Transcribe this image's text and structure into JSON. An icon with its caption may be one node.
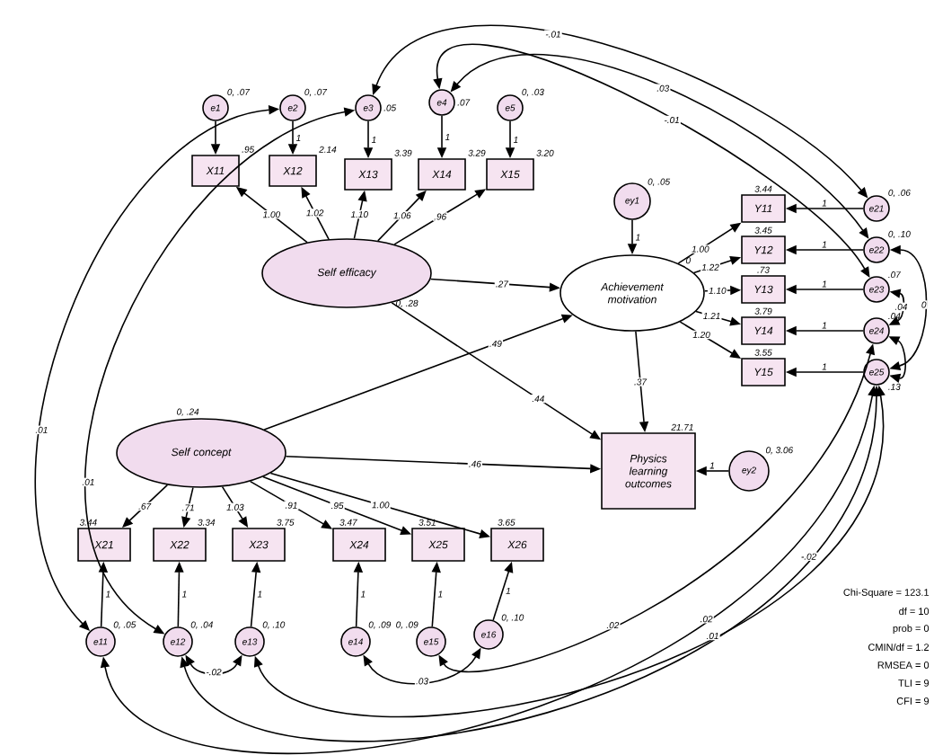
{
  "diagram": {
    "nodes": [
      {
        "text": [
          "e1"
        ],
        "beside": [
          "0, .07"
        ]
      },
      {
        "text": [
          "e2"
        ],
        "beside": [
          "0, .07"
        ]
      },
      {
        "text": [
          "e3"
        ],
        "beside": [
          ".05"
        ]
      },
      {
        "text": [
          "e4"
        ],
        "beside": [
          ".07"
        ]
      },
      {
        "text": [
          "e5"
        ],
        "beside": [
          "0, .03"
        ]
      },
      {
        "text": [
          "X11"
        ],
        "beside": [
          ".95"
        ]
      },
      {
        "text": [
          "X12"
        ],
        "beside": [
          "2.14"
        ]
      },
      {
        "text": [
          "X13"
        ],
        "beside": [
          "3.39"
        ]
      },
      {
        "text": [
          "X14"
        ],
        "beside": [
          "3.29"
        ]
      },
      {
        "text": [
          "X15"
        ],
        "beside": [
          "3.20"
        ]
      },
      {
        "text": [
          "Self efficacy"
        ],
        "beside": [
          "0, .28"
        ]
      },
      {
        "text": [
          "ey1"
        ],
        "beside": [
          "0, .05"
        ]
      },
      {
        "text": [
          "Achievement motivation"
        ],
        "beside": [
          "0"
        ]
      },
      {
        "text": [
          "Y11"
        ],
        "beside": [
          "3.44"
        ]
      },
      {
        "text": [
          "Y12"
        ],
        "beside": [
          "3.45"
        ]
      },
      {
        "text": [
          "Y13"
        ],
        "beside": [
          ".73"
        ]
      },
      {
        "text": [
          "Y14"
        ],
        "beside": [
          "3.79"
        ]
      },
      {
        "text": [
          "Y15"
        ],
        "beside": [
          "3.55"
        ]
      },
      {
        "text": [
          "e21"
        ],
        "beside": [
          "0, .06"
        ]
      },
      {
        "text": [
          "e22"
        ],
        "beside": [
          "0, .10"
        ]
      },
      {
        "text": [
          "e23"
        ],
        "beside": [
          ".07"
        ]
      },
      {
        "text": [
          "e24"
        ],
        "beside": [
          ".04"
        ]
      },
      {
        "text": [
          "e25"
        ],
        "beside": [
          ".13"
        ]
      },
      {
        "text": [
          "Self concept"
        ],
        "beside": [
          "0, .24"
        ]
      },
      {
        "text": [
          "Physics learning outcomes"
        ],
        "beside": [
          "21.71"
        ]
      },
      {
        "text": [
          "ey2"
        ],
        "beside": [
          "0, 3.06"
        ]
      },
      {
        "text": [
          "X21"
        ],
        "beside": [
          "3.44"
        ]
      },
      {
        "text": [
          "X22"
        ],
        "beside": [
          "3.34"
        ]
      },
      {
        "text": [
          "X23"
        ],
        "beside": [
          "3.75"
        ]
      },
      {
        "text": [
          "X24"
        ],
        "beside": [
          "3.47"
        ]
      },
      {
        "text": [
          "X25"
        ],
        "beside": [
          "3.51"
        ]
      },
      {
        "text": [
          "X26"
        ],
        "beside": [
          "3.65"
        ]
      },
      {
        "text": [
          "e11"
        ],
        "beside": [
          "0, .05"
        ]
      },
      {
        "text": [
          "e12"
        ],
        "beside": [
          "0, .04"
        ]
      },
      {
        "text": [
          "e13"
        ],
        "beside": [
          "0, .10"
        ]
      },
      {
        "text": [
          "e14"
        ],
        "beside": [
          "0, .09"
        ]
      },
      {
        "text": [
          "e15"
        ],
        "beside": [
          "0, .09"
        ]
      },
      {
        "text": [
          "e16"
        ],
        "beside": [
          "0, .10"
        ]
      }
    ],
    "edges": [
      {
        "from": 0,
        "to": 5,
        "arrow": "to"
      },
      {
        "from": 1,
        "to": 6,
        "arrow": "to",
        "label": "1"
      },
      {
        "from": 2,
        "to": 7,
        "arrow": "to",
        "label": "1"
      },
      {
        "from": 3,
        "to": 8,
        "arrow": "to",
        "label": "1"
      },
      {
        "from": 4,
        "to": 9,
        "arrow": "to",
        "label": "1"
      },
      {
        "from": 10,
        "to": 5,
        "arrow": "to",
        "label": "1.00"
      },
      {
        "from": 10,
        "to": 6,
        "arrow": "to",
        "label": "1.02"
      },
      {
        "from": 10,
        "to": 7,
        "arrow": "to",
        "label": "1.10"
      },
      {
        "from": 10,
        "to": 8,
        "arrow": "to",
        "label": "1.06"
      },
      {
        "from": 10,
        "to": 9,
        "arrow": "to",
        "label": ".96"
      },
      {
        "from": 11,
        "to": 12,
        "arrow": "to",
        "label": "1"
      },
      {
        "from": 12,
        "to": 13,
        "arrow": "to",
        "label": "1.00"
      },
      {
        "from": 12,
        "to": 14,
        "arrow": "to",
        "label": "1.22"
      },
      {
        "from": 12,
        "to": 15,
        "arrow": "to",
        "label": "1.10"
      },
      {
        "from": 12,
        "to": 16,
        "arrow": "to",
        "label": "1.21"
      },
      {
        "from": 12,
        "to": 17,
        "arrow": "to",
        "label": "1.20"
      },
      {
        "from": 18,
        "to": 13,
        "arrow": "to",
        "label": "1"
      },
      {
        "from": 19,
        "to": 14,
        "arrow": "to",
        "label": "1"
      },
      {
        "from": 20,
        "to": 15,
        "arrow": "to",
        "label": "1"
      },
      {
        "from": 21,
        "to": 16,
        "arrow": "to",
        "label": "1"
      },
      {
        "from": 22,
        "to": 17,
        "arrow": "to",
        "label": "1"
      },
      {
        "from": 10,
        "to": 12,
        "arrow": "to",
        "label": ".27"
      },
      {
        "from": 10,
        "to": 24,
        "arrow": "to",
        "label": ".44"
      },
      {
        "from": 23,
        "to": 12,
        "arrow": "to",
        "label": ".49"
      },
      {
        "from": 23,
        "to": 24,
        "arrow": "to",
        "label": ".46"
      },
      {
        "from": 12,
        "to": 24,
        "arrow": "to",
        "label": ".37"
      },
      {
        "from": 25,
        "to": 24,
        "arrow": "to",
        "label": "1"
      },
      {
        "from": 23,
        "to": 26,
        "arrow": "to",
        "label": ".67"
      },
      {
        "from": 23,
        "to": 27,
        "arrow": "to",
        "label": ".71"
      },
      {
        "from": 23,
        "to": 28,
        "arrow": "to",
        "label": "1.03"
      },
      {
        "from": 23,
        "to": 29,
        "arrow": "to",
        "label": ".91"
      },
      {
        "from": 23,
        "to": 30,
        "arrow": "to",
        "label": ".95"
      },
      {
        "from": 23,
        "to": 31,
        "arrow": "to",
        "label": "1.00"
      },
      {
        "from": 32,
        "to": 26,
        "arrow": "to",
        "label": "1"
      },
      {
        "from": 33,
        "to": 27,
        "arrow": "to",
        "label": "1"
      },
      {
        "from": 34,
        "to": 28,
        "arrow": "to",
        "label": "1"
      },
      {
        "from": 35,
        "to": 29,
        "arrow": "to",
        "label": "1"
      },
      {
        "from": 36,
        "to": 30,
        "arrow": "to",
        "label": "1"
      },
      {
        "from": 37,
        "to": 31,
        "arrow": "to",
        "label": "1"
      },
      {
        "from": 32,
        "to": 1,
        "arrow": "both",
        "label": ".01"
      },
      {
        "from": 33,
        "to": 2,
        "arrow": "both",
        "label": ".01"
      },
      {
        "from": 2,
        "to": 18,
        "arrow": "both",
        "label": "-.01"
      },
      {
        "from": 3,
        "to": 19,
        "arrow": "both",
        "label": ".03"
      },
      {
        "from": 3,
        "to": 20,
        "arrow": "both",
        "label": "-.01"
      },
      {
        "from": 19,
        "to": 22,
        "arrow": "both",
        "label": "0"
      },
      {
        "from": 20,
        "to": 21,
        "arrow": "both",
        "label": ".04"
      },
      {
        "from": 21,
        "to": 22,
        "arrow": "both"
      },
      {
        "from": 33,
        "to": 34,
        "arrow": "both",
        "label": "-.02"
      },
      {
        "from": 35,
        "to": 37,
        "arrow": "both",
        "label": ".03"
      },
      {
        "from": 32,
        "to": 22,
        "arrow": "both",
        "label": ".02"
      },
      {
        "from": 33,
        "to": 22,
        "arrow": "both",
        "label": "-.02"
      },
      {
        "from": 36,
        "to": 21,
        "arrow": "both",
        "label": ".02"
      },
      {
        "from": 34,
        "to": 22,
        "arrow": "both",
        "label": ".01"
      }
    ],
    "labels": [
      "Chi-Square = 123.1",
      "df = 10",
      "prob = 0",
      "CMIN/df = 1.2",
      "RMSEA = 0",
      "TLI = 9",
      "CFI = 9"
    ]
  }
}
